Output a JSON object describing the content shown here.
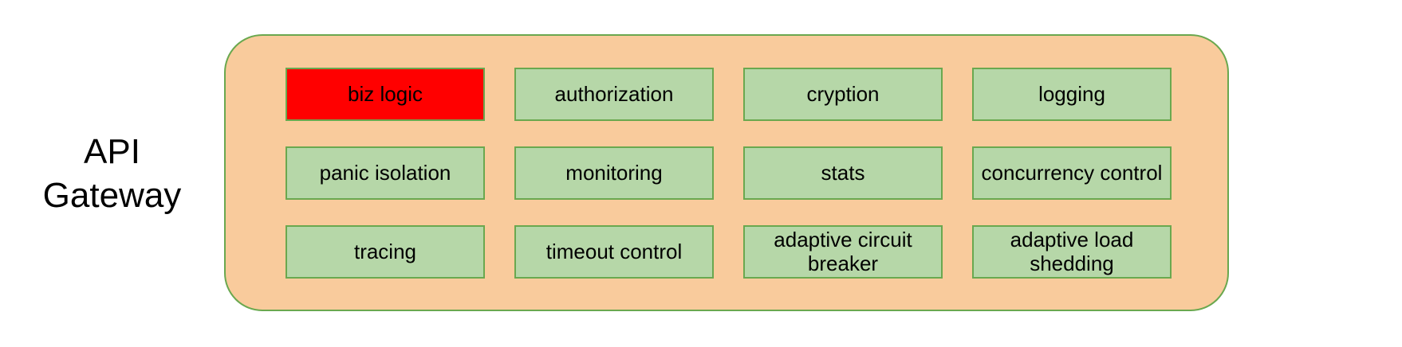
{
  "diagram": {
    "label_line1": "API",
    "label_line2": "Gateway"
  },
  "boxes": [
    {
      "label": "biz logic",
      "highlight": true
    },
    {
      "label": "authorization",
      "highlight": false
    },
    {
      "label": "cryption",
      "highlight": false
    },
    {
      "label": "logging",
      "highlight": false
    },
    {
      "label": "panic isolation",
      "highlight": false
    },
    {
      "label": "monitoring",
      "highlight": false
    },
    {
      "label": "stats",
      "highlight": false
    },
    {
      "label": "concurrency control",
      "highlight": false
    },
    {
      "label": "tracing",
      "highlight": false
    },
    {
      "label": "timeout control",
      "highlight": false
    },
    {
      "label": "adaptive circuit breaker",
      "highlight": false
    },
    {
      "label": "adaptive load shedding",
      "highlight": false
    }
  ],
  "colors": {
    "container_fill": "#f9cb9c",
    "container_border": "#6aa84f",
    "box_fill": "#b6d7a8",
    "box_border": "#6aa84f",
    "highlight_fill": "#ff0000",
    "text": "#000000"
  }
}
